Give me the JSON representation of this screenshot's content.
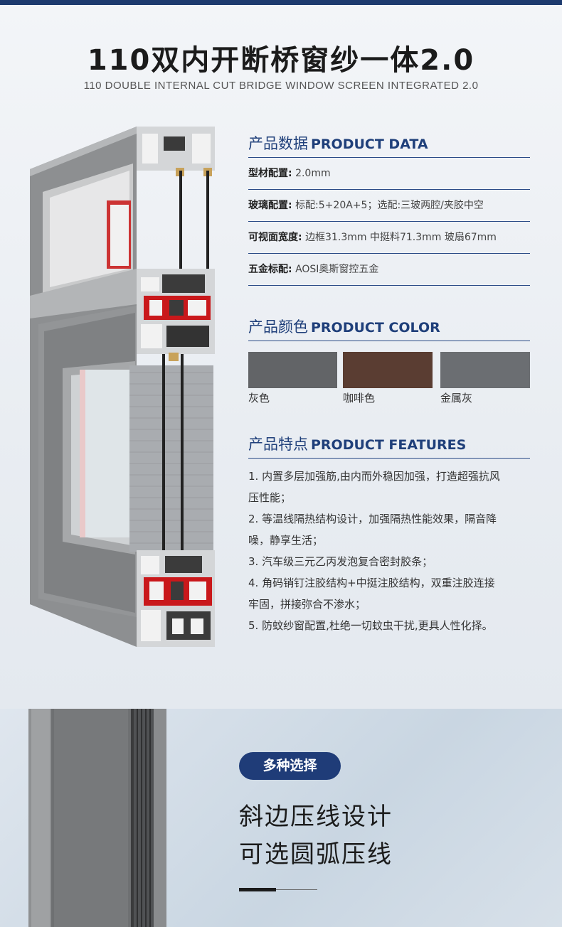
{
  "title": "110双内开断桥窗纱一体2.0",
  "subtitle": "110 DOUBLE INTERNAL CUT BRIDGE WINDOW SCREEN INTEGRATED 2.0",
  "product_data": {
    "heading_cn": "产品数据",
    "heading_en": "PRODUCT DATA",
    "rows": [
      {
        "label": "型材配置:",
        "value": "2.0mm"
      },
      {
        "label": "玻璃配置:",
        "value": "标配:5+20A+5；选配:三玻两腔/夹胶中空"
      },
      {
        "label": "可视面宽度:",
        "value": "边框31.3mm  中挺料71.3mm  玻扇67mm"
      },
      {
        "label": "五金标配:",
        "value": "AOSI奥斯窗控五金"
      }
    ]
  },
  "product_color": {
    "heading_cn": "产品颜色",
    "heading_en": "PRODUCT COLOR",
    "swatches": [
      {
        "name": "灰色",
        "color": "#626467"
      },
      {
        "name": "咖啡色",
        "color": "#5a3d32"
      },
      {
        "name": "金属灰",
        "color": "#6b6e72"
      }
    ]
  },
  "product_features": {
    "heading_cn": "产品特点",
    "heading_en": "PRODUCT FEATURES",
    "items": [
      {
        "line1": "1. 内置多层加强筋,由内而外稳因加强，打造超强抗风",
        "line2": "压性能；"
      },
      {
        "line1": "2. 等温线隔热结构设计，加强隔热性能效果，隔音降",
        "line2": "噪，静享生活；"
      },
      {
        "line1": "3. 汽车级三元乙丙发泡复合密封胶条；",
        "line2": ""
      },
      {
        "line1": "4. 角码销钉注胶结构+中挺注胶结构，双重注胶连接",
        "line2": "牢固，拼接弥合不渗水；"
      },
      {
        "line1": "5. 防蚊纱窗配置,杜绝一切蚊虫干扰,更具人性化择。",
        "line2": ""
      }
    ]
  },
  "options": {
    "badge": "多种选择",
    "line1": "斜边压线设计",
    "line2": "可选圆弧压线"
  },
  "colors": {
    "accent": "#1f3f7a",
    "top_bar": "#1d3a6e"
  }
}
